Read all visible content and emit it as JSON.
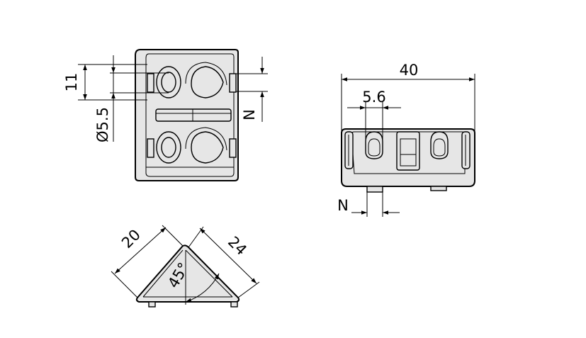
{
  "views": {
    "front": {
      "dim_height": "11",
      "dim_diameter": "Ø5.5",
      "dim_offset": "N"
    },
    "side": {
      "dim_width": "40",
      "dim_hole_spacing": "5.6",
      "dim_offset": "N"
    },
    "angle": {
      "dim_leg_left": "20",
      "dim_leg_right": "24",
      "dim_angle": "45°"
    }
  }
}
